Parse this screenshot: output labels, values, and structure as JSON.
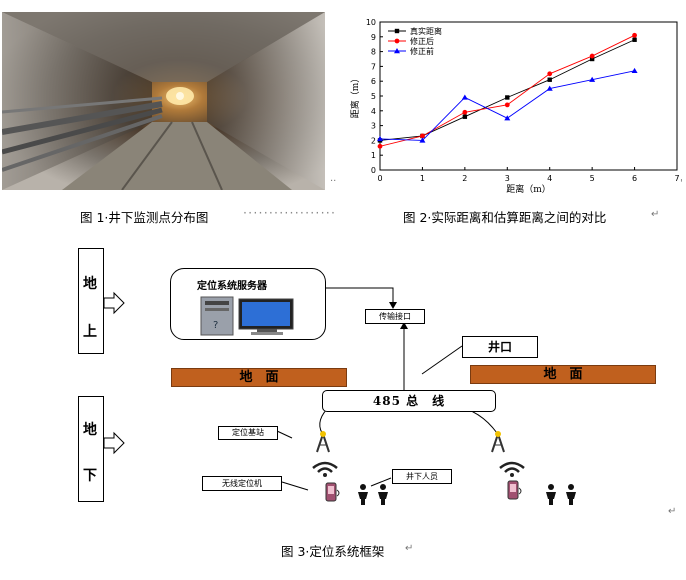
{
  "figure1": {
    "caption": "图 1·井下监测点分布图"
  },
  "figure2": {
    "caption": "图 2·实际距离和估算距离之间的对比"
  },
  "dots": "··················",
  "figure3": {
    "caption": "图 3·定位系统框架",
    "above_label": [
      "地",
      "上"
    ],
    "below_label": [
      "地",
      "下"
    ],
    "server": "定位系统服务器",
    "interface": "传输接口",
    "wellhead": "井口",
    "ground_left": "地　面",
    "ground_right": "地　面",
    "bus": "485 总　线",
    "base_station": "定位基站",
    "wireless": "无线定位机",
    "personnel": "井下人员"
  },
  "marks": {
    "return": "↵",
    "dots2": "··",
    "tick": "'"
  },
  "chart_data": {
    "type": "line",
    "xlabel": "距离（m）",
    "ylabel": "距离（m）",
    "xlim": [
      0,
      7
    ],
    "ylim": [
      0,
      10
    ],
    "xticks": [
      0,
      1,
      2,
      3,
      4,
      5,
      6,
      7
    ],
    "yticks": [
      0,
      1,
      2,
      3,
      4,
      5,
      6,
      7,
      8,
      9,
      10
    ],
    "legend_position": "top-left",
    "series": [
      {
        "name": "真实距离",
        "color": "#000000",
        "marker": "square",
        "x": [
          0,
          1,
          2,
          3,
          4,
          5,
          6
        ],
        "y": [
          2.0,
          2.3,
          3.6,
          4.9,
          6.1,
          7.5,
          8.8
        ]
      },
      {
        "name": "修正后",
        "color": "#ff0000",
        "marker": "circle",
        "x": [
          0,
          1,
          2,
          3,
          4,
          5,
          6
        ],
        "y": [
          1.6,
          2.3,
          3.9,
          4.4,
          6.5,
          7.7,
          9.1
        ]
      },
      {
        "name": "修正前",
        "color": "#0000ff",
        "marker": "triangle",
        "x": [
          0,
          1,
          2,
          3,
          4,
          5,
          6
        ],
        "y": [
          2.1,
          2.0,
          4.9,
          3.5,
          5.5,
          6.1,
          6.7
        ]
      }
    ]
  }
}
